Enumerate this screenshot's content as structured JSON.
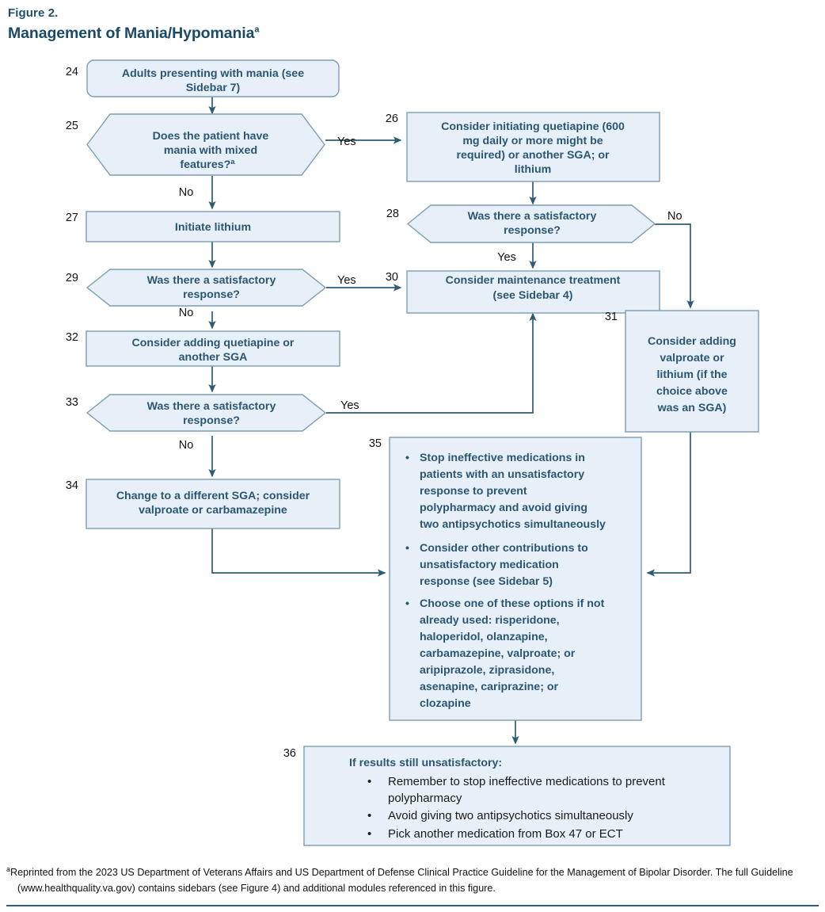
{
  "figure": {
    "label": "Figure 2.",
    "title": "Management of Mania/Hypomania",
    "title_superscript": "a"
  },
  "colors": {
    "node_fill": "#e7f0f8",
    "node_stroke": "#7d9cb4",
    "connector": "#2e5c74",
    "node_text": "#2b5672",
    "title_text": "#1b4a68",
    "label_text": "#111111"
  },
  "nodes": [
    {
      "id": "24",
      "shape": "rounded-rect",
      "lines": [
        "Adults presenting with mania (see",
        "Sidebar 7)"
      ]
    },
    {
      "id": "25",
      "shape": "hexagon",
      "lines": [
        "Does the patient have",
        "mania with mixed",
        "features?"
      ],
      "superscript": "a"
    },
    {
      "id": "26",
      "shape": "rect",
      "lines": [
        "Consider initiating quetiapine (600",
        "mg daily or more might be",
        "required) or another SGA; or",
        "lithium"
      ]
    },
    {
      "id": "27",
      "shape": "rect",
      "lines": [
        "Initiate lithium"
      ]
    },
    {
      "id": "28",
      "shape": "hexagon",
      "lines": [
        "Was there a satisfactory",
        "response?"
      ]
    },
    {
      "id": "29",
      "shape": "hexagon",
      "lines": [
        "Was there a satisfactory",
        "response?"
      ]
    },
    {
      "id": "30",
      "shape": "rect",
      "lines": [
        "Consider maintenance treatment",
        "(see Sidebar 4)"
      ]
    },
    {
      "id": "31",
      "shape": "rect",
      "lines": [
        "Consider adding",
        "valproate or",
        "lithium (if the",
        "choice above",
        "was an SGA)"
      ]
    },
    {
      "id": "32",
      "shape": "rect",
      "lines": [
        "Consider adding quetiapine or",
        "another SGA"
      ]
    },
    {
      "id": "33",
      "shape": "hexagon",
      "lines": [
        "Was there a satisfactory",
        "response?"
      ]
    },
    {
      "id": "34",
      "shape": "rect",
      "lines": [
        "Change to a different SGA; consider",
        "valproate or carbamazepine"
      ]
    },
    {
      "id": "35",
      "shape": "rect",
      "bullets": [
        [
          "Stop ineffective medications in",
          "patients with an unsatisfactory",
          "response to prevent",
          "polypharmacy and avoid giving",
          "two antipsychotics simultaneously"
        ],
        [
          "Consider other contributions to",
          "unsatisfactory medication",
          "response (see Sidebar 5)"
        ],
        [
          "Choose one of these options if not",
          "already used: risperidone,",
          "haloperidol, olanzapine,",
          "carbamazepine, valproate; or",
          "aripiprazole, ziprasidone,",
          "asenapine, cariprazine; or",
          "clozapine"
        ]
      ]
    },
    {
      "id": "36",
      "shape": "rect",
      "heading": "If results still unsatisfactory:",
      "bullets": [
        [
          "Remember to stop ineffective medications to prevent",
          "polypharmacy"
        ],
        [
          "Avoid giving two antipsychotics simultaneously"
        ],
        [
          "Pick another medication from Box 47 or ECT"
        ]
      ]
    }
  ],
  "edge_labels": {
    "e25_yes": "Yes",
    "e25_no": "No",
    "e28_yes": "Yes",
    "e28_no": "No",
    "e29_yes": "Yes",
    "e29_no": "No",
    "e33_yes": "Yes",
    "e33_no": "No"
  },
  "footnote": {
    "superscript": "a",
    "line1": "Reprinted from the 2023 US Department of Veterans Affairs and US Department of Defense Clinical Practice Guideline for the Management of Bipolar Disorder. The full",
    "line2": "Guideline (www.healthquality.va.gov) contains sidebars (see Figure 4) and additional modules referenced in this figure."
  }
}
